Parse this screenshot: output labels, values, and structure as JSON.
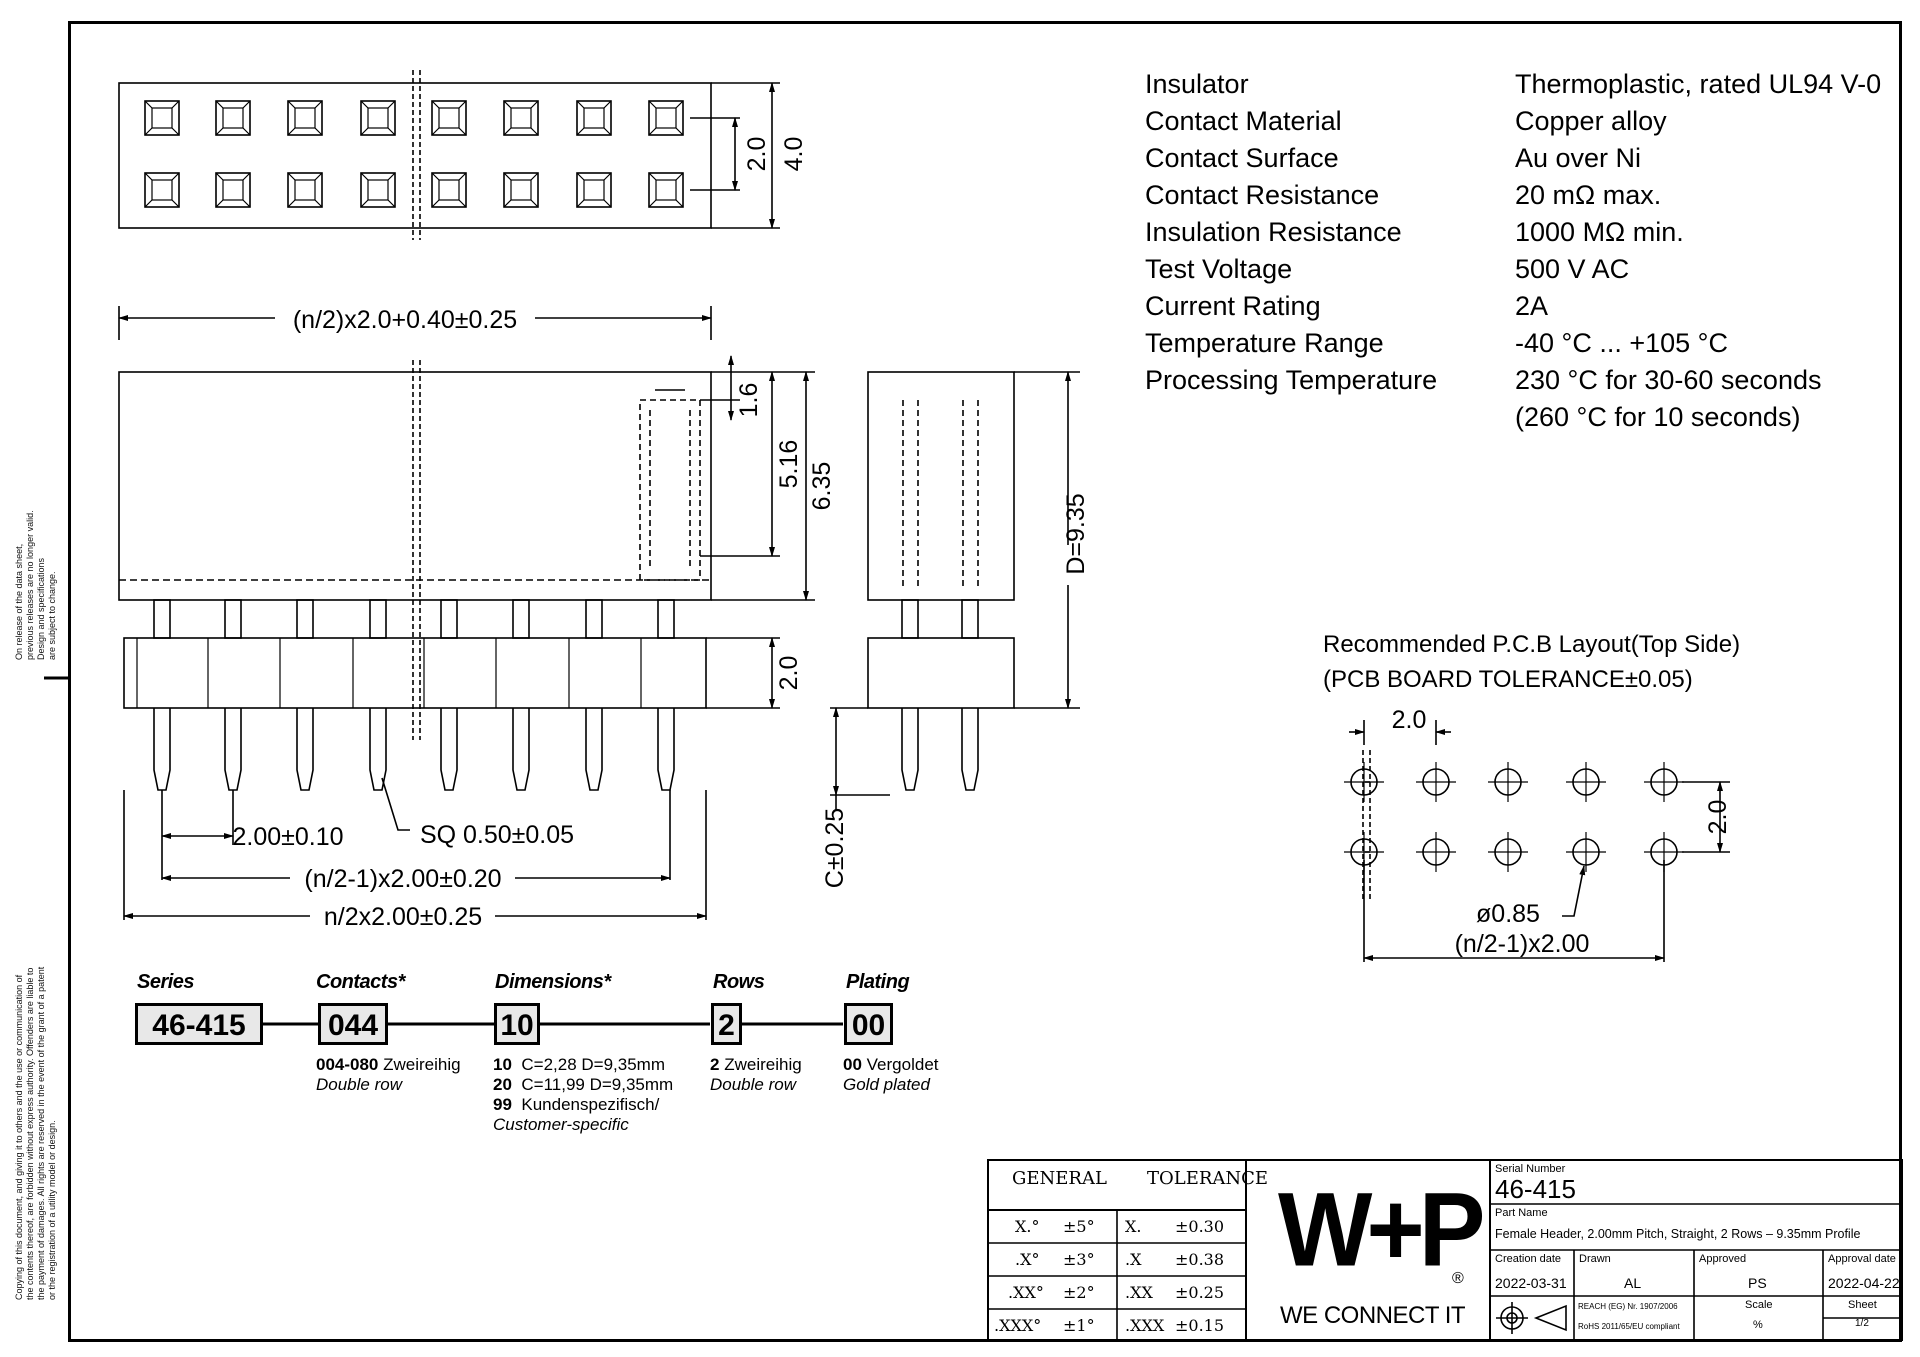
{
  "side_notes": {
    "upper": "On release of the data sheet,\nprevious releases are no longer valid.\nDesign and specifications\nare subject to change.",
    "lower": "Copying of this document, and giving it to others and the use or communication of\nthe contents thereof, are forbidden without express authority. Offenders are liable to\nthe payment of damages. All rights are reserved in the event of the grant of a patent\nor the registration of a utility model or design."
  },
  "specs": [
    {
      "key": "Insulator",
      "value": "Thermoplastic, rated UL94 V-0"
    },
    {
      "key": "Contact Material",
      "value": "Copper alloy"
    },
    {
      "key": "Contact Surface",
      "value": "Au over Ni"
    },
    {
      "key": "Contact Resistance",
      "value": "20 mΩ max."
    },
    {
      "key": "Insulation Resistance",
      "value": "1000 MΩ min."
    },
    {
      "key": "Test Voltage",
      "value": "500 V AC"
    },
    {
      "key": "Current Rating",
      "value": "2A"
    },
    {
      "key": "Temperature Range",
      "value": "-40 °C ... +105 °C"
    },
    {
      "key": "Processing Temperature",
      "value": "230 °C for 30-60 seconds"
    },
    {
      "key": "",
      "value": "(260 °C for 10 seconds)"
    }
  ],
  "dims": {
    "top_pitch": "2.0",
    "top_width": "4.0",
    "overall_length": "(n/2)x2.0+0.40±0.25",
    "d16": "1.6",
    "d516": "5.16",
    "d635": "6.35",
    "d935": "D=9.35",
    "d20_side": "2.0",
    "pin_pitch": "2.00±0.10",
    "pin_sq": "SQ 0.50±0.05",
    "n21": "(n/2-1)x2.00±0.20",
    "n2": "n/2x2.00±0.25",
    "c025": "C±0.25"
  },
  "pcb": {
    "title1": "Recommended P.C.B Layout(Top Side)",
    "title2": "(PCB BOARD TOLERANCE±0.05)",
    "pitch_x": "2.0",
    "pitch_y": "2.0",
    "hole": "ø0.85",
    "span": "(n/2-1)x2.00"
  },
  "order_code": {
    "labels": [
      "Series",
      "Contacts*",
      "Dimensions*",
      "Rows",
      "Plating"
    ],
    "boxes": [
      "46-415",
      "044",
      "10",
      "2",
      "00"
    ],
    "contacts_desc": {
      "code": "004-080",
      "de": "Zweireihig",
      "en": "Double row"
    },
    "dim_desc": [
      {
        "code": "10",
        "text": "C=2,28 D=9,35mm"
      },
      {
        "code": "20",
        "text": "C=11,99 D=9,35mm"
      },
      {
        "code": "99",
        "text": "Kundenspezifisch/"
      }
    ],
    "dim_desc_en": "Customer-specific",
    "rows_desc": {
      "code": "2",
      "de": "Zweireihig",
      "en": "Double row"
    },
    "plating_desc": {
      "code": "00",
      "de": "Vergoldet",
      "en": "Gold plated"
    }
  },
  "tolerance": {
    "title1": "GENERAL",
    "title2": "TOLERANCE",
    "rows": [
      {
        "a": "X.°",
        "b": "±5°",
        "c": "X.",
        "d": "±0.30"
      },
      {
        "a": ".X°",
        "b": "±3°",
        "c": ".X",
        "d": "±0.38"
      },
      {
        "a": ".XX°",
        "b": "±2°",
        "c": ".XX",
        "d": "±0.25"
      },
      {
        "a": ".XXX°",
        "b": "±1°",
        "c": ".XXX",
        "d": "±0.15"
      }
    ]
  },
  "logo": {
    "mark": "W+P",
    "reg": "®",
    "tagline": "WE CONNECT IT"
  },
  "title_block": {
    "serial_label": "Serial Number",
    "serial": "46-415",
    "part_label": "Part Name",
    "part": "Female Header, 2.00mm Pitch, Straight, 2 Rows – 9.35mm Profile",
    "creation_label": "Creation date",
    "creation": "2022-03-31",
    "drawn_label": "Drawn",
    "drawn": "AL",
    "approved_label": "Approved",
    "approved": "PS",
    "approval_label": "Approval date",
    "approval": "2022-04-22",
    "reach": "REACH (EG) Nr. 1907/2006",
    "rohs": "RoHS 2011/65/EU compliant",
    "scale_label": "Scale",
    "scale": "%",
    "sheet_label": "Sheet",
    "sheet": "1/2"
  }
}
